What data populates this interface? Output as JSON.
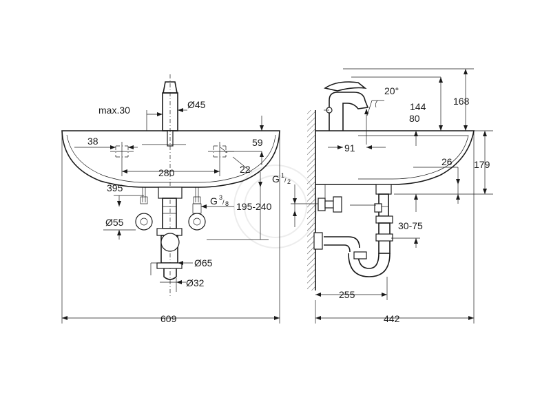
{
  "front_view": {
    "max_reach": "max.30",
    "spout_diameter": "Ø45",
    "offset_left": "38",
    "depth_59": "59",
    "tap_spacing": "280",
    "edge_22": "22",
    "height_395": "395",
    "connection": "G",
    "connection_num": "3",
    "connection_den": "8",
    "range": "195-240",
    "rosette_diameter": "Ø55",
    "trap_diameter": "Ø65",
    "waste_diameter": "Ø32",
    "width": "609"
  },
  "side_view": {
    "angle": "20°",
    "height_144": "144",
    "height_168": "168",
    "height_80": "80",
    "projection": "91",
    "height_179": "179",
    "depth_26": "26",
    "connection": "G",
    "connection_num": "1",
    "connection_den": "2",
    "adjust": "30-75",
    "wall_distance": "255",
    "depth": "442"
  }
}
